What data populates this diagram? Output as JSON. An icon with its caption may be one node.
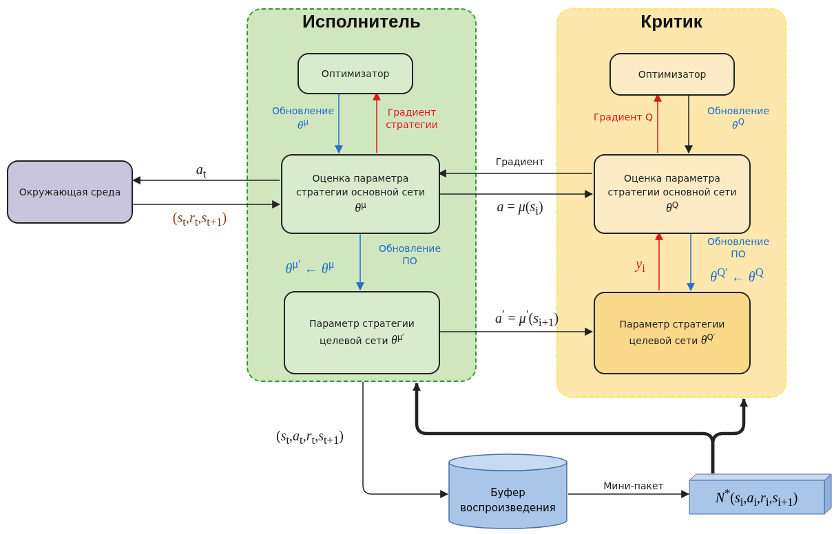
{
  "diagram": {
    "nodes": [
      {
        "text": [
          "Окружающая среда"
        ]
      },
      {
        "text": [
          "Исполнитель"
        ]
      },
      {
        "text": [
          "Оптимизатор"
        ],
        "in": 1
      },
      {
        "text": [
          "Оценка параметра стратегии основной сети *θ*$^{μ}$"
        ],
        "in": 1
      },
      {
        "text": [
          "Параметр стратегии целевой сети *θ*$^{μ′}$"
        ],
        "in": 1
      },
      {
        "text": [
          "Критик"
        ]
      },
      {
        "text": [
          "Оптимизатор"
        ],
        "in": 5
      },
      {
        "text": [
          "Оценка параметра стратегии основной сети *θ*$^{Q}$"
        ],
        "in": 5
      },
      {
        "text": [
          "Параметр стратегии целевой сети *θ*$^{Q′}$"
        ],
        "in": 5
      },
      {
        "text": [
          "Буфер воспроизведения"
        ]
      },
      {
        "text": [
          "*N*$^{*}$(*s*$_{i}$,*a*$_{i}$,*r*$_{i}$,*s*$_{i+1}$)"
        ]
      }
    ],
    "edges": [
      {
        "from": 3,
        "to": 0,
        "arrow": "to",
        "label": "*a*$_{t}$"
      },
      {
        "from": 0,
        "to": 3,
        "arrow": "to",
        "label": "(*s*$_{t}$,*r*$_{t}$,*s*$_{t+1}$)"
      },
      {
        "from": 2,
        "to": 3,
        "arrow": "to",
        "label": "Обновление *θ*$^{μ}$",
        "color": "#1f6fd0"
      },
      {
        "from": 3,
        "to": 2,
        "arrow": "to",
        "label": "Градиент стратегии",
        "color": "#e8141a"
      },
      {
        "from": 3,
        "to": 4,
        "arrow": "to",
        "label": "Обновление ПО",
        "color": "#1f6fd0"
      },
      {
        "from": 7,
        "to": 3,
        "arrow": "to",
        "label": "Градиент"
      },
      {
        "from": 3,
        "to": 7,
        "arrow": "to",
        "label": "*a* = *μ*(*s*$_{i}$)"
      },
      {
        "from": 4,
        "to": 8,
        "arrow": "to",
        "label": "*a*$^{′}$ = *μ*$^{′}$(*s*$_{i+1}$)"
      },
      {
        "from": 6,
        "to": 7,
        "arrow": "to",
        "label": "Обновление *θ*$^{Q}$"
      },
      {
        "from": 7,
        "to": 6,
        "arrow": "to",
        "label": "Градиент Q",
        "color": "#e8141a"
      },
      {
        "from": 7,
        "to": 8,
        "arrow": "to",
        "label": "Обновление ПО",
        "color": "#1f6fd0"
      },
      {
        "from": 8,
        "to": 7,
        "arrow": "to",
        "label": "*y*$_{i}$",
        "color": "#e8141a"
      },
      {
        "from": 1,
        "to": 9,
        "arrow": "to",
        "label": "(*s*$_{t}$,*a*$_{t}$,*r*$_{t}$,*s*$_{t+1}$)"
      },
      {
        "from": 10,
        "to": 1,
        "arrow": "to",
        "style": "thick"
      },
      {
        "from": 10,
        "to": 5,
        "arrow": "to",
        "style": "thick"
      },
      {
        "from": 9,
        "to": 10,
        "arrow": "to",
        "label": "Мини-пакет"
      }
    ],
    "labels": [
      "*θ*$^{μ′}$ ← *θ*$^{μ}$",
      "*θ*$^{Q′}$ ← *θ*$^{Q}$"
    ]
  }
}
